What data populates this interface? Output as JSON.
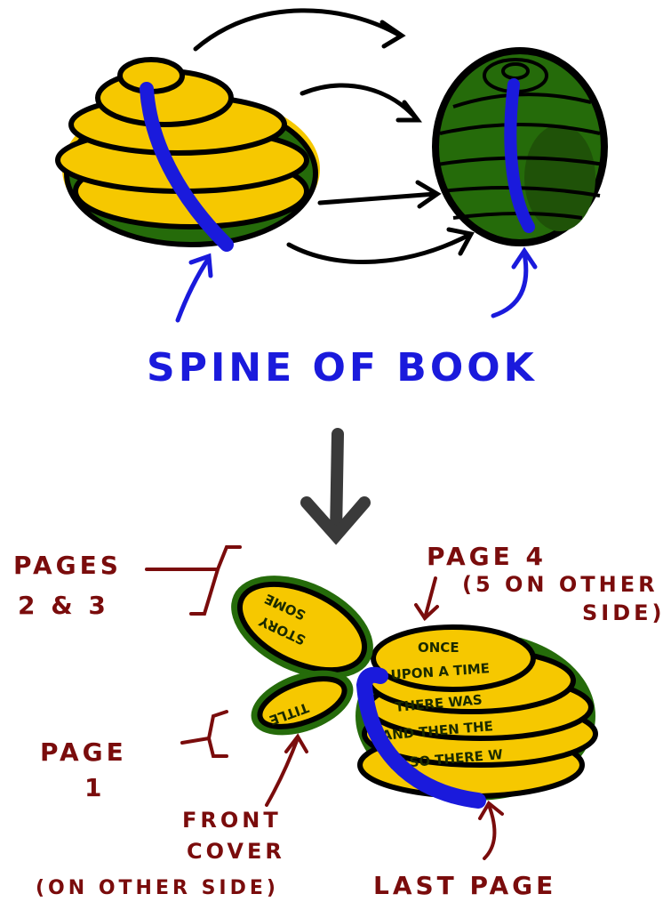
{
  "title": "SPINE OF BOOK",
  "labels": {
    "pages_2_3": [
      "PAGES",
      "2 & 3"
    ],
    "page_4": [
      "PAGE 4",
      "(5 ON OTHER",
      "SIDE)"
    ],
    "page_1": [
      "PAGE",
      "1"
    ],
    "front_cover": [
      "FRONT",
      "COVER",
      "(ON OTHER SIDE)"
    ],
    "last_page": "LAST PAGE"
  },
  "page_text": {
    "pages_2_3": [
      "SOME",
      "STORY"
    ],
    "page_1": "TITLE",
    "page_4": [
      "ONCE",
      "UPON A TIME"
    ],
    "lower": [
      "THERE WAS",
      "AND THEN THE",
      "ALSO THERE W"
    ]
  },
  "colors": {
    "green": "#256b0a",
    "yellow": "#f6c800",
    "spine": "#1a1adc",
    "label": "#7a0c0c",
    "outline": "#000000",
    "arrow": "#3a3a3a"
  }
}
